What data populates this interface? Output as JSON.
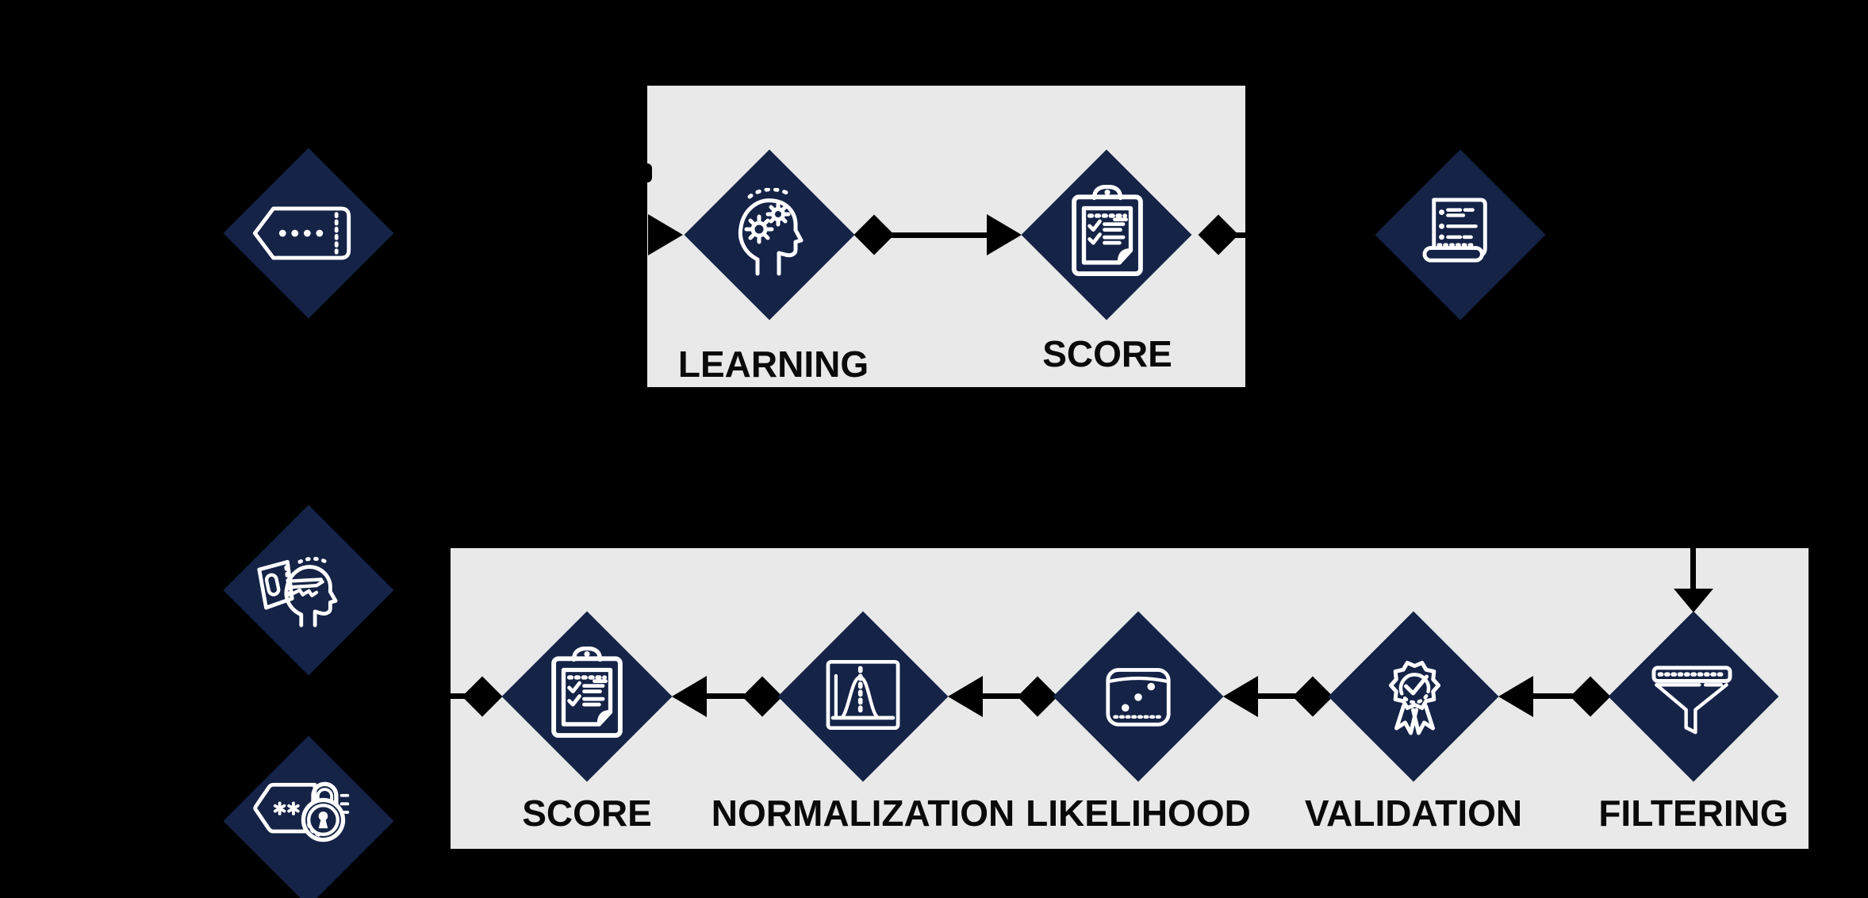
{
  "diagram": {
    "palette": {
      "background": "#000000",
      "panel": "#e9e9e9",
      "node_diamond": "#152347",
      "connector": "#000000",
      "label_text": "#0a0a0a",
      "icon_stroke": "#ffffff"
    },
    "top_pipeline": {
      "input_node": {
        "icon": "tag-icon"
      },
      "stages": [
        {
          "id": "learning",
          "label": "LEARNING",
          "icon": "machine-learning-head-icon"
        },
        {
          "id": "score",
          "label": "SCORE",
          "icon": "clipboard-checklist-icon"
        }
      ],
      "output_node": {
        "icon": "report-document-icon"
      },
      "flow_direction": "left-to-right"
    },
    "bottom_pipeline": {
      "input_nodes": [
        {
          "icon": "key-in-head-icon"
        },
        {
          "icon": "password-lock-icon"
        }
      ],
      "stages": [
        {
          "id": "score2",
          "label": "SCORE",
          "icon": "clipboard-checklist-icon"
        },
        {
          "id": "normalization",
          "label": "NORMALIZATION",
          "icon": "bell-curve-icon"
        },
        {
          "id": "likelihood",
          "label": "LIKELIHOOD",
          "icon": "dice-icon"
        },
        {
          "id": "validation",
          "label": "VALIDATION",
          "icon": "award-badge-icon"
        },
        {
          "id": "filtering",
          "label": "FILTERING",
          "icon": "funnel-icon"
        }
      ],
      "flow_direction": "right-to-left"
    }
  }
}
